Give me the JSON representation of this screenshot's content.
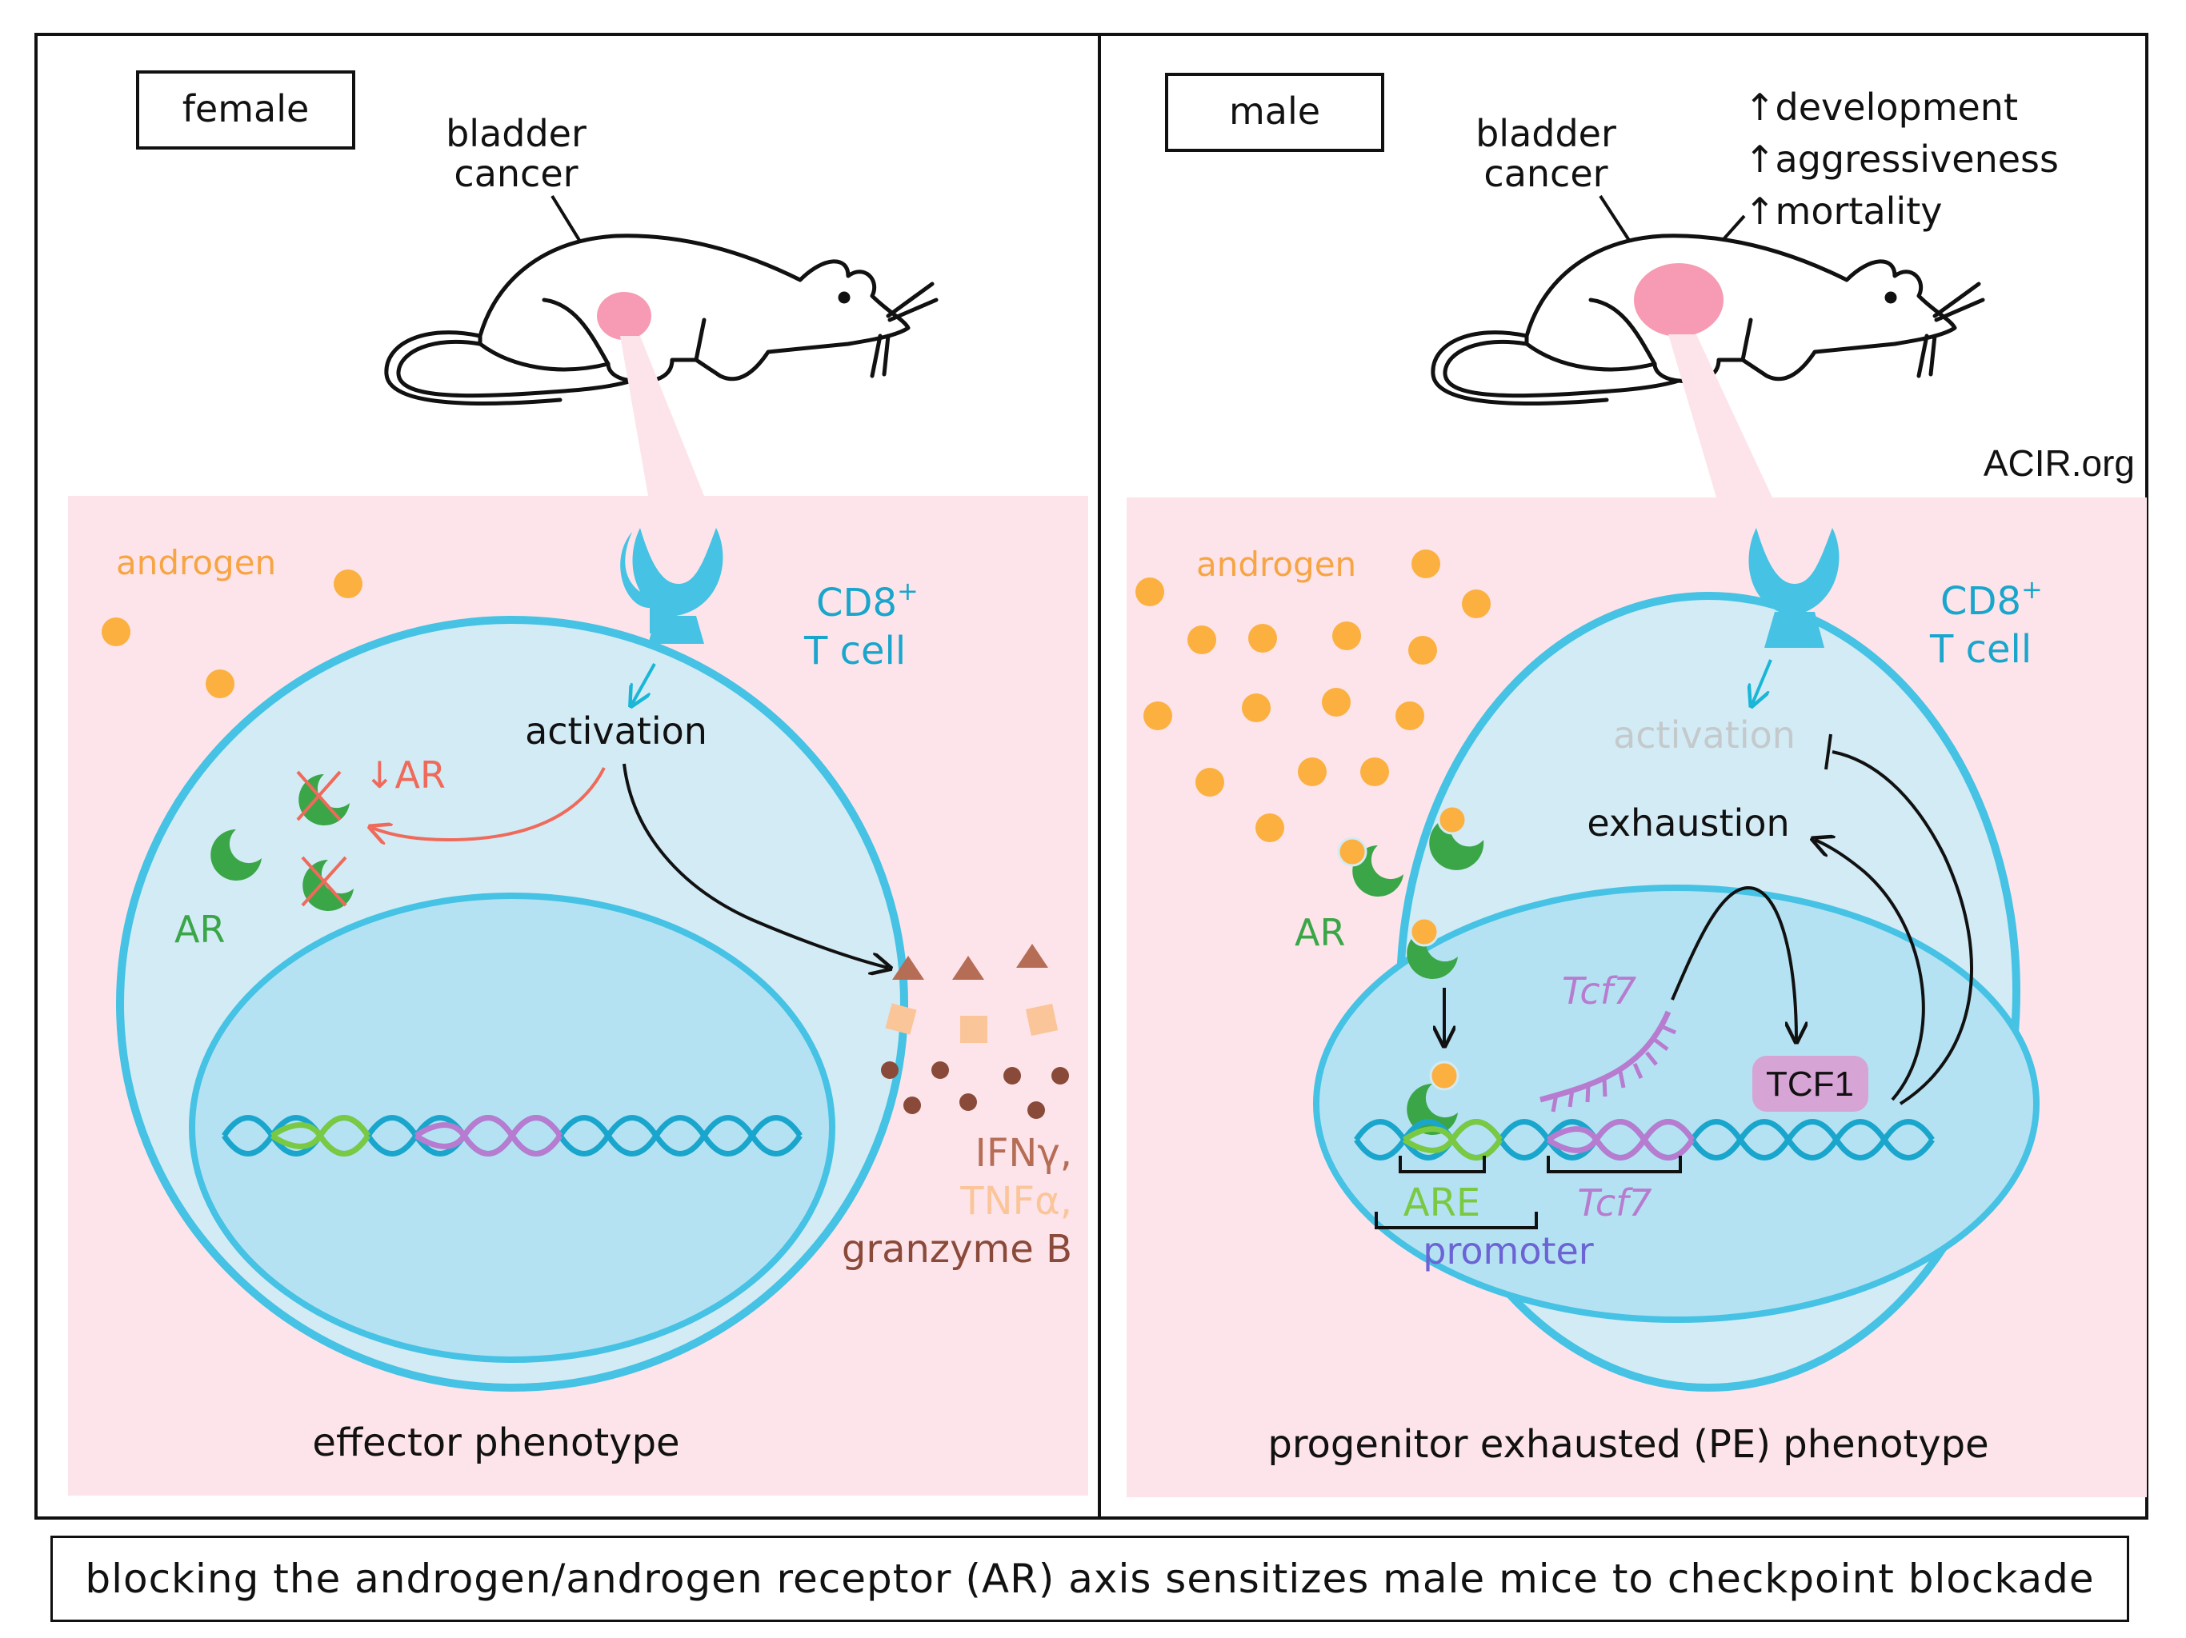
{
  "panels": {
    "female": {
      "label": "female",
      "tumor_label_line1": "bladder",
      "tumor_label_line2": "cancer",
      "androgen_label": "androgen",
      "cell_label_line1": "CD8",
      "cell_label_sup": "+",
      "cell_label_line2": "T cell",
      "activation": "activation",
      "ar_down": "↓AR",
      "ar_label": "AR",
      "cytokine_ifn": "IFNγ,",
      "cytokine_tnf": "TNFα,",
      "cytokine_gzm": "granzyme B",
      "phenotype": "effector phenotype"
    },
    "male": {
      "label": "male",
      "tumor_label_line1": "bladder",
      "tumor_label_line2": "cancer",
      "effects": [
        "↑development",
        "↑aggressiveness",
        "↑mortality"
      ],
      "watermark": "ACIR.org",
      "androgen_label": "androgen",
      "cell_label_line1": "CD8",
      "cell_label_sup": "+",
      "cell_label_line2": "T cell",
      "activation": "activation",
      "exhaustion": "exhaustion",
      "ar_label": "AR",
      "tcf7_mrna": "Tcf7",
      "tcf1_protein": "TCF1",
      "are_label": "ARE",
      "tcf7_gene": "Tcf7",
      "promoter_label": "promoter",
      "phenotype": "progenitor exhausted  (PE)  phenotype"
    }
  },
  "caption": "blocking  the  androgen/androgen receptor (AR) axis  sensitizes  male mice  to  checkpoint  blockade",
  "colors": {
    "panel_bg": "#fde4ea",
    "cell_membrane": "#45c2e4",
    "cytoplasm": "#d2ebf5",
    "nucleus": "#b5e2f2",
    "androgen": "#fbb040",
    "ar": "#3aa647",
    "cross": "#ef6a5a",
    "tumor": "#f79bb4",
    "dna_blue": "#1aa6cc",
    "dna_green": "#7ac943",
    "dna_purple": "#b77ccf",
    "promoter": "#6c63d4",
    "cytokine_dark": "#8a4a3a",
    "cytokine_tri": "#b56d55",
    "cytokine_sq": "#fbc59a",
    "tcf1_box": "#d7a4d6"
  }
}
